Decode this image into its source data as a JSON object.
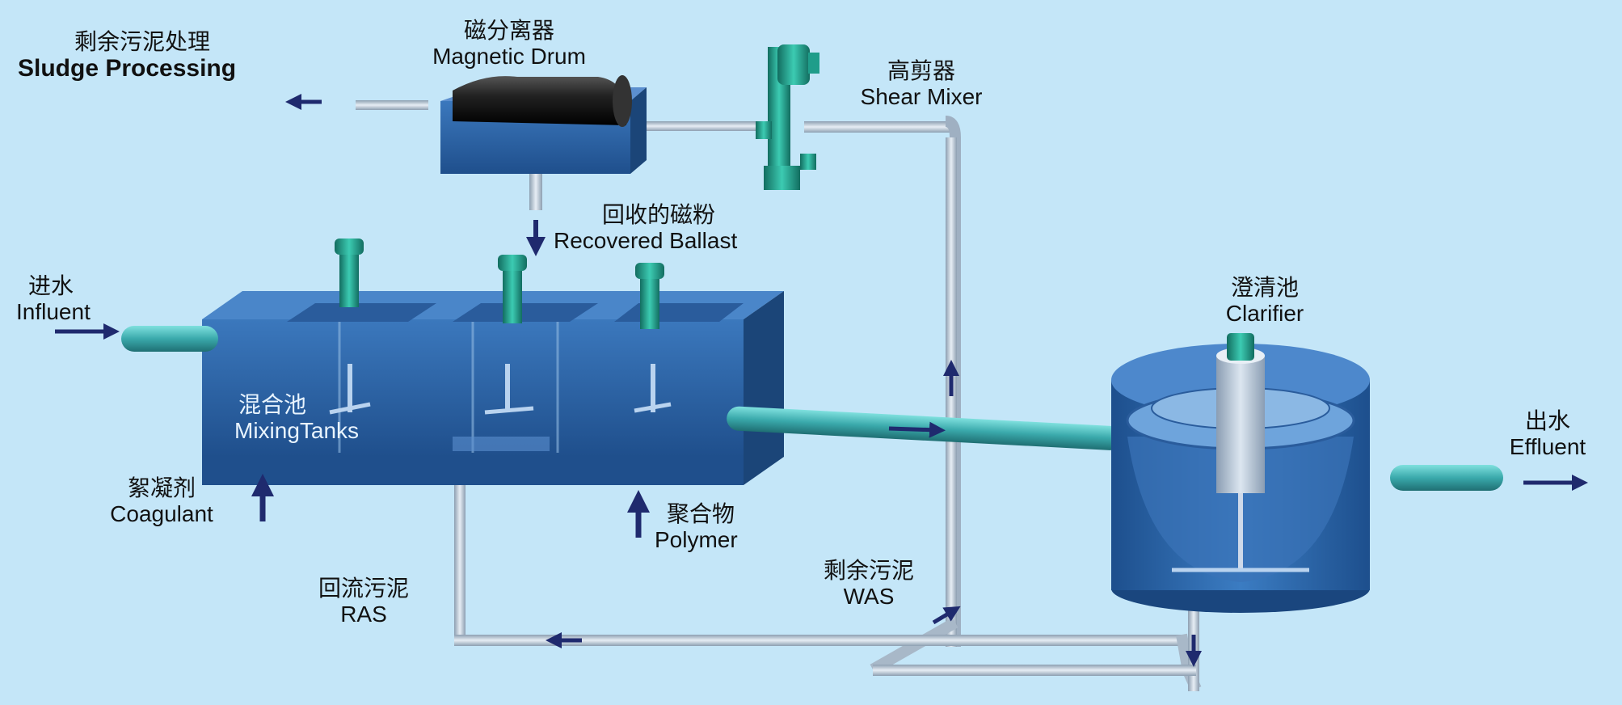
{
  "labels": {
    "sludge_processing": {
      "zh": "剩余污泥处理",
      "en": "Sludge Processing"
    },
    "magnetic_drum": {
      "zh": "磁分离器",
      "en": "Magnetic Drum"
    },
    "shear_mixer": {
      "zh": "高剪器",
      "en": "Shear Mixer"
    },
    "recovered_ballast": {
      "zh": "回收的磁粉",
      "en": "Recovered Ballast"
    },
    "influent": {
      "zh": "进水",
      "en": "Influent"
    },
    "mixing_tanks": {
      "zh": "混合池",
      "en": "MixingTanks"
    },
    "clarifier": {
      "zh": "澄清池",
      "en": "Clarifier"
    },
    "effluent": {
      "zh": "出水",
      "en": "Effluent"
    },
    "coagulant": {
      "zh": "絮凝剂",
      "en": "Coagulant"
    },
    "polymer": {
      "zh": "聚合物",
      "en": "Polymer"
    },
    "ras": {
      "zh": "回流污泥",
      "en": "RAS"
    },
    "was": {
      "zh": "剩余污泥",
      "en": "WAS"
    }
  },
  "colors": {
    "background": "#c4e6f8",
    "tank_blue": "#2f66a8",
    "tank_dark": "#1b4578",
    "pipe_teal": "#3fb3b5",
    "pipe_grey": "#a8b8c8",
    "arrow_navy": "#1f2a6e",
    "mixer_green": "#1f9d8a",
    "drum_black": "#222222"
  }
}
